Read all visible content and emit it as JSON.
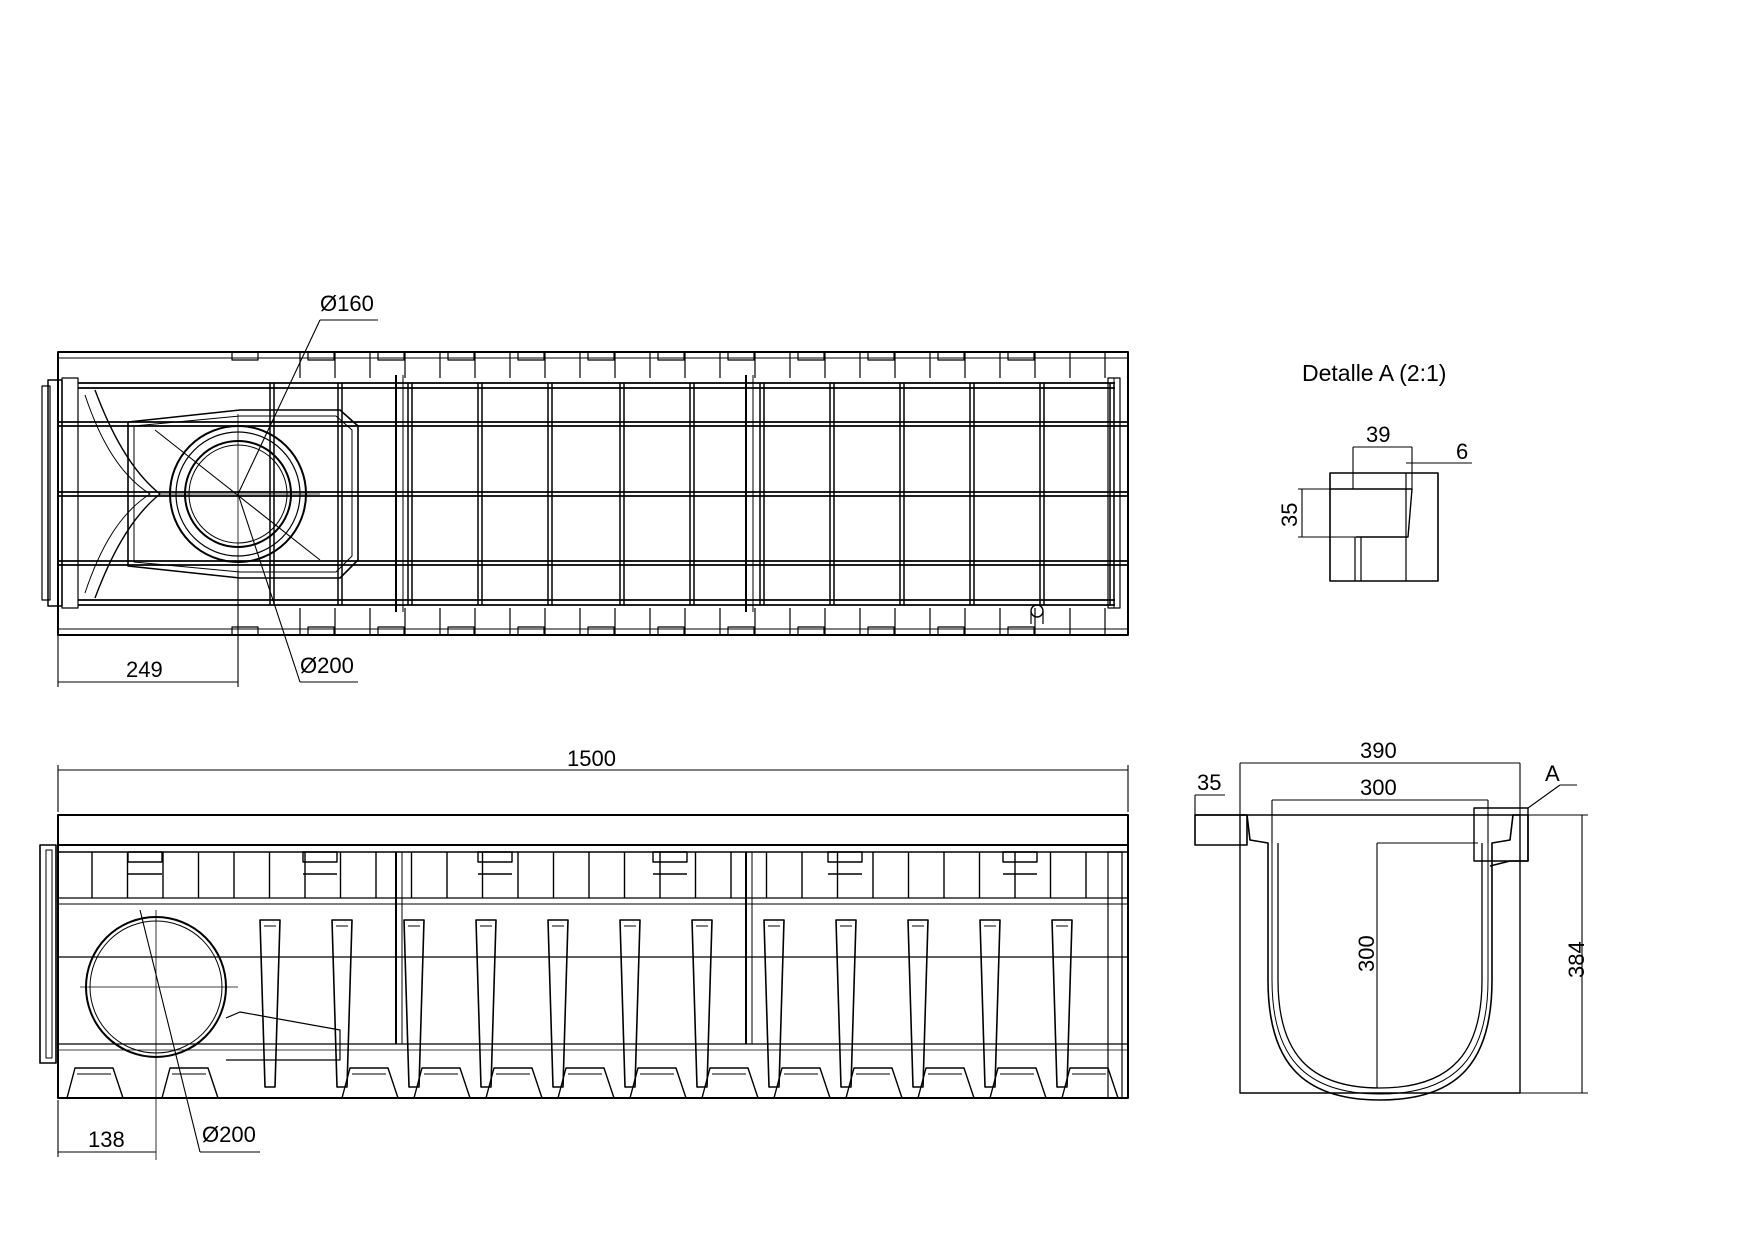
{
  "detail_title": "Detalle A (2:1)",
  "colors": {
    "line": "#000000",
    "background": "#ffffff"
  },
  "top_view": {
    "pipe_outer_label": "Ø200",
    "pipe_inner_label": "Ø160",
    "outlet_offset_label": "249"
  },
  "side_view": {
    "length_label": "1500",
    "outlet_offset_label": "138",
    "pipe_label": "Ø200"
  },
  "section": {
    "outer_width_label": "390",
    "inner_width_label": "300",
    "depth_label": "300",
    "height_label": "384",
    "flange_label": "35",
    "detail_callout": "A"
  },
  "detail": {
    "width_label": "39",
    "gap_label": "6",
    "height_label": "35"
  }
}
